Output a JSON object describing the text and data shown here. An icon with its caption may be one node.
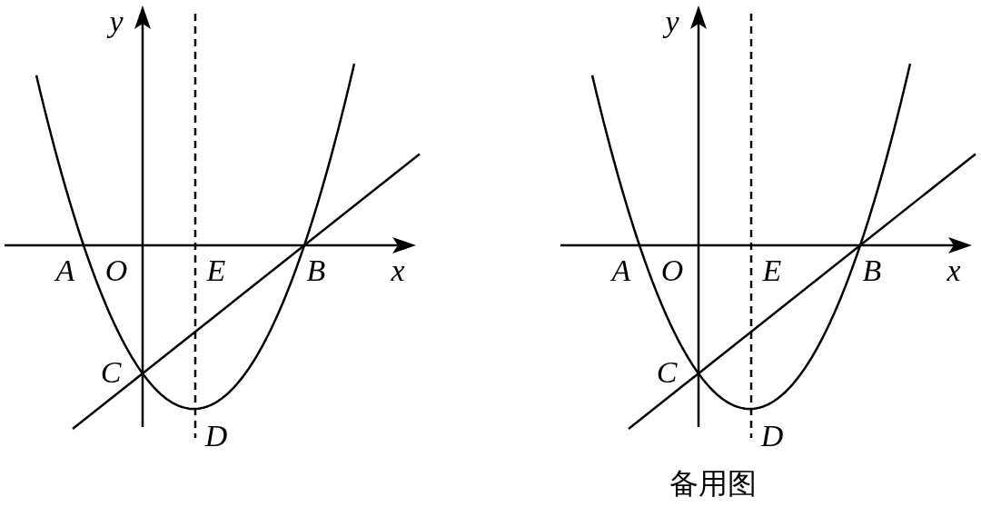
{
  "diagram": {
    "labels": [
      "y",
      "A",
      "O",
      "E",
      "B",
      "x",
      "C",
      "D",
      "y",
      "A",
      "O",
      "E",
      "B",
      "x",
      "C",
      "D",
      "备用图"
    ]
  }
}
